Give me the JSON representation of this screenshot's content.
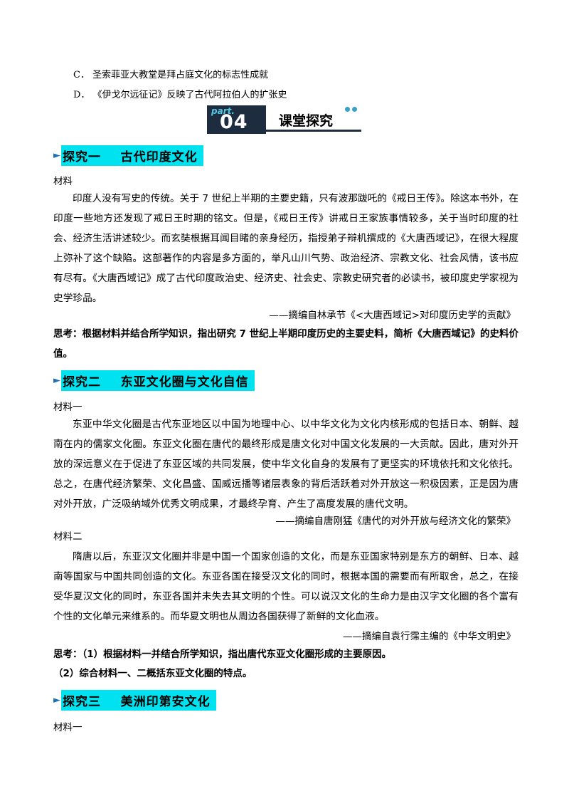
{
  "options": {
    "c": "C．  圣索菲亚大教堂是拜占庭文化的标志性成就",
    "d": "D．  《伊戈尔远征记》反映了古代阿拉伯人的扩张史"
  },
  "banner": {
    "part": "part.",
    "number": "04",
    "title": "课堂探究"
  },
  "section1": {
    "arrow": "►",
    "title": "探究一    古代印度文化",
    "label": "材料",
    "paragraph": "印度人没有写史的传统。关于 7 世纪上半期的主要史籍，只有波那跋吒的《戒日王传》。除这本书外，在印度一些地方还发现了戒日王时期的铭文。但是，《戒日王传》讲戒日王家族事情较多，关于当时印度的社会、经济生活讲述较少。而玄奘根据耳闻目睹的亲身经历，指授弟子辩机撰成的《大唐西域记》，在很大程度上弥补了这个缺陷。这部著作的内容是多方面的，举凡山川气势、政治经济、宗教文化、社会风情，该书应有尽有。《大唐西域记》成了古代印度政治史、经济史、社会史、宗教史研究者的必读书，被印度史学家视为史学珍品。",
    "source": "——摘编自林承节《<大唐西域记>对印度历史学的贡献》",
    "think": "思考：根据材料并结合所学知识，指出研究 7 世纪上半期印度历史的主要史料，简析《大唐西域记》的史料价值。"
  },
  "section2": {
    "arrow": "►",
    "title": "探究二    东亚文化圈与文化自信",
    "label1": "材料一",
    "paragraph1": "东亚中华文化圈是古代东亚地区以中国为地理中心、以中华文化为文化内核形成的包括日本、朝鲜、越南在内的儒家文化圈。东亚文化圈在唐代的最终形成是唐文化对中国文化发展的一大贡献。因此，唐对外开放的深远意义在于促进了东亚区域的共同发展，使中华文化自身的发展有了更坚实的环境依托和文化依托。总之，在唐代经济繁荣、文化昌盛、国威远播等诸层表象的背后活跃着对外开放这一积极因素，正是因为唐对外开放，广泛吸纳域外优秀文明成果，才最终孕育、产生了高度发展的唐代文明。",
    "source1": "——摘编自唐刚猛《唐代的对外开放与经济文化的繁荣》",
    "label2": "材料二",
    "paragraph2": "隋唐以后，东亚汉文化圈并非是中国一个国家创造的文化，而是东亚国家特别是东方的朝鲜、日本、越南等国家与中国共同创造的文化。东亚各国在接受汉文化的同时，根据本国的需要而有所取舍，总之，在接受华夏汉文化的同时，东亚各国并未失去其文明的个性。可以说汉文化的生命力是由汉字文化圈的各个富有个性的文化单元来维系的。而华夏文明也从周边各国获得了新鲜的文化血液。",
    "source2": "——摘编自袁行霈主编的《中华文明史》",
    "think1": "思考：（1）根据材料一并结合所学知识，指出唐代东亚文化圈形成的主要原因。",
    "think2": "（2）综合材料一、二概括东亚文化圈的特点。"
  },
  "section3": {
    "arrow": "►",
    "title": "探究三    美洲印第安文化",
    "label": "材料一"
  }
}
